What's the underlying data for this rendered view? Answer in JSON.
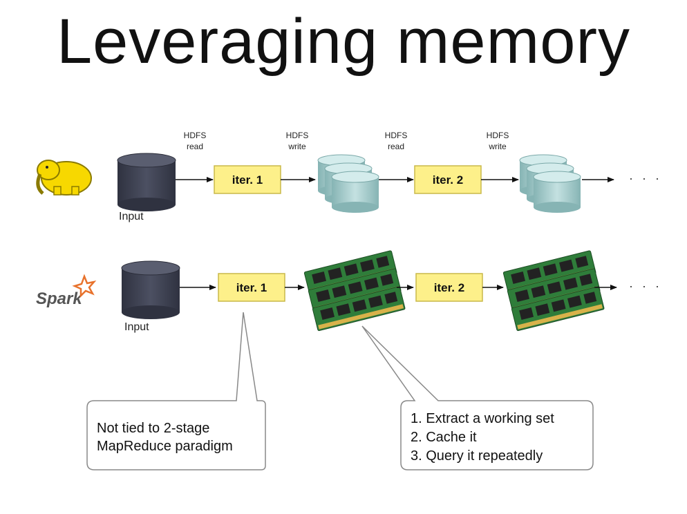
{
  "title": "Leveraging memory",
  "hadoop_row": {
    "hdfs_labels": [
      {
        "line1": "HDFS",
        "line2": "read"
      },
      {
        "line1": "HDFS",
        "line2": "write"
      },
      {
        "line1": "HDFS",
        "line2": "read"
      },
      {
        "line1": "HDFS",
        "line2": "write"
      }
    ],
    "input_label": "Input",
    "iter1_label": "iter. 1",
    "iter2_label": "iter. 2",
    "ellipsis": "· · ·"
  },
  "spark_row": {
    "brand": "Spark",
    "input_label": "Input",
    "iter1_label": "iter. 1",
    "iter2_label": "iter. 2",
    "ellipsis": "· · ·"
  },
  "callout_left": {
    "lines": [
      "Not tied to 2-stage",
      "MapReduce paradigm"
    ]
  },
  "callout_right": {
    "items": [
      "1.  Extract a working set",
      "2.  Cache it",
      "3.  Query it repeatedly"
    ]
  },
  "colors": {
    "iter_fill": "#fdf08a",
    "iter_stroke": "#c9b84a",
    "input_cylinder": "#3f4252",
    "hdfs_cylinder": "#a9cfcf",
    "spark_star": "#e8722c",
    "hadoop_elephant": "#f7d800"
  },
  "icons": {
    "hadoop_logo": "hadoop-elephant-icon",
    "spark_logo": "spark-star-icon",
    "memory": "ram-module-icon"
  }
}
